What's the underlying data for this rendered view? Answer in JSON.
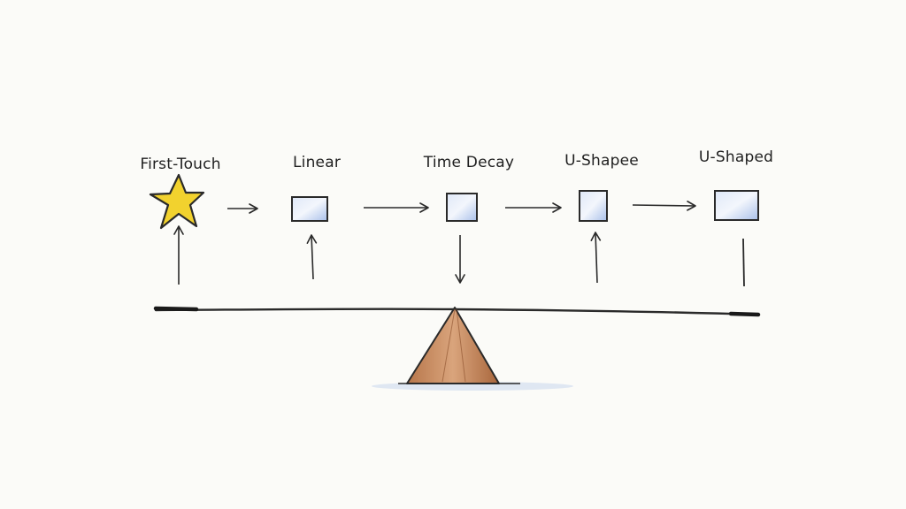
{
  "models": [
    {
      "label": "First-Touch",
      "icon": "star-icon"
    },
    {
      "label": "Linear",
      "icon": "square-icon"
    },
    {
      "label": "Time Decay",
      "icon": "square-icon"
    },
    {
      "label": "U-Shapee",
      "icon": "square-icon"
    },
    {
      "label": "U-Shaped",
      "icon": "square-icon"
    }
  ],
  "colors": {
    "ink": "#2a2a2a",
    "star_fill": "#f2d22e",
    "box_fill": "#c9d8f1",
    "fulcrum_fill": "#c48a5e",
    "fulcrum_shadow": "#dfe7f2",
    "background": "#fbfbf8"
  }
}
